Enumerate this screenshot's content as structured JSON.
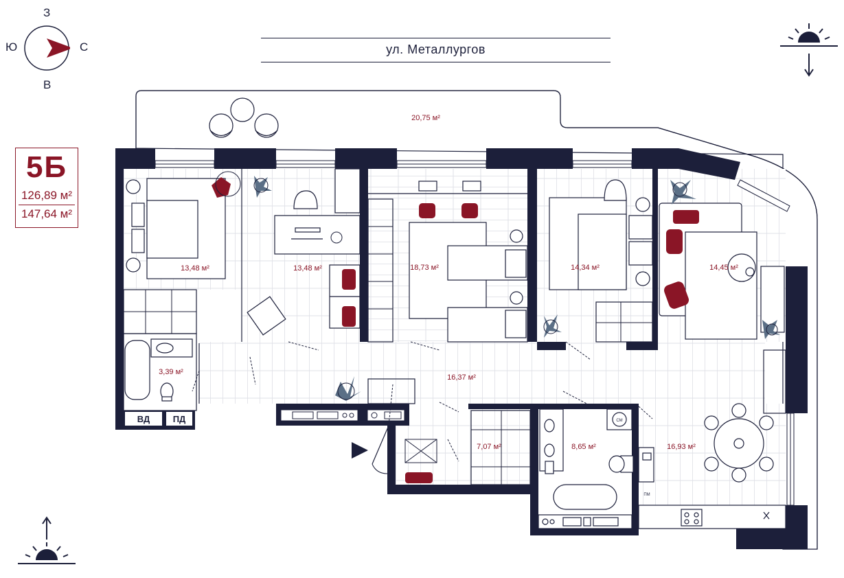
{
  "compass": {
    "north": "З",
    "south": "В",
    "west": "Ю",
    "east": "С"
  },
  "street": "ул. Металлургов",
  "unit": {
    "code": "5Б",
    "area_living": "126,89 м²",
    "area_total": "147,64 м²"
  },
  "rooms": {
    "terrace": "20,75 м²",
    "bedroom_1": "13,48 м²",
    "bedroom_2": "13,48 м²",
    "bedroom_3": "18,73 м²",
    "bedroom_4": "14,34 м²",
    "living": "14,45 м²",
    "bath_small": "3,39 м²",
    "hall": "16,37 м²",
    "wardrobe": "7,07 м²",
    "bath_big": "8,65 м²",
    "kitchen": "16,93 м²"
  },
  "badges": {
    "vd": "ВД",
    "pd": "ПД",
    "sm": "СМ",
    "pm": "ПМ"
  },
  "colors": {
    "wall": "#1c1f3a",
    "accent": "#8a1526",
    "plant": "#5b6f86"
  },
  "icons": {
    "compass": "compass-icon",
    "sunrise": "sunrise-icon",
    "sunset": "sunset-icon",
    "entrance": "entrance-arrow-icon"
  }
}
